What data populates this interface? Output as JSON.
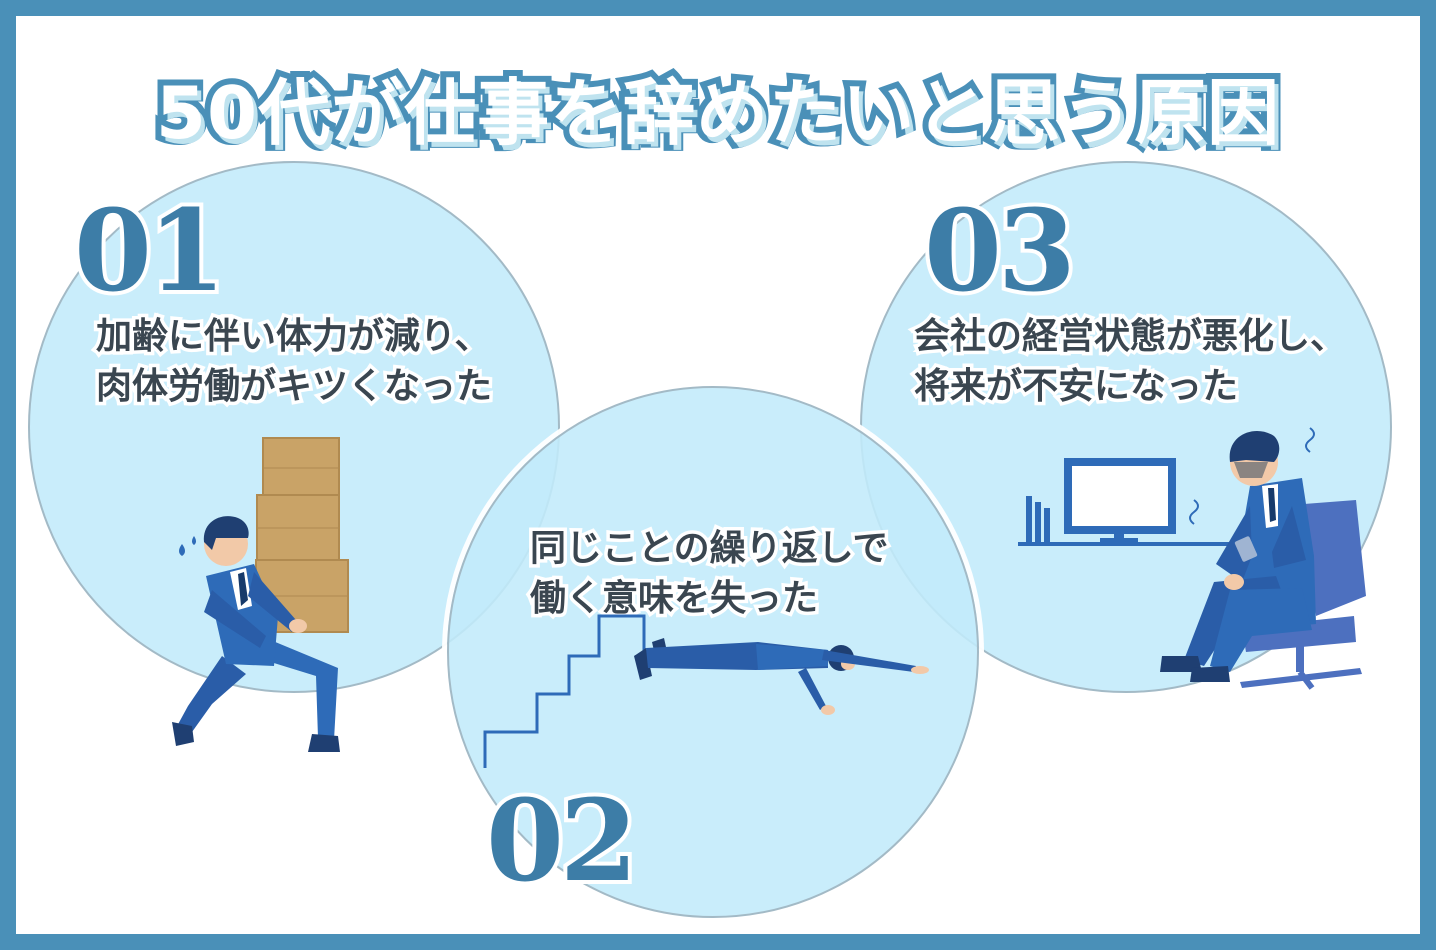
{
  "title": "50代が仕事を辞めたいと思う原因",
  "accent_color": "#4a90b8",
  "circle_color": "#c1ebfa",
  "reasons": [
    {
      "number": "01",
      "line1": "加齢に伴い体力が減り、",
      "line2": "肉体労働がキツくなった",
      "illustration": "man-carrying-boxes"
    },
    {
      "number": "02",
      "line1": "同じことの繰り返しで",
      "line2": "働く意味を失った",
      "illustration": "man-collapsed-after-stairs"
    },
    {
      "number": "03",
      "line1": "会社の経営状態が悪化し、",
      "line2": "将来が不安になった",
      "illustration": "worried-man-in-chair"
    }
  ]
}
